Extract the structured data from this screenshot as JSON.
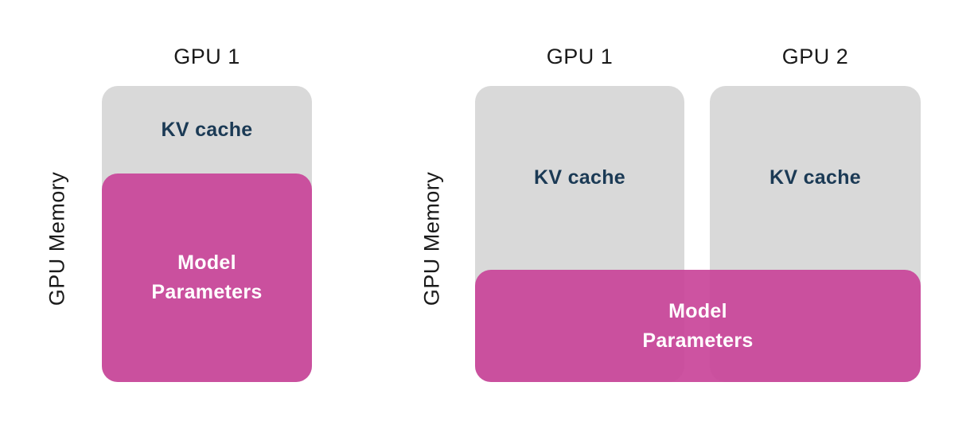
{
  "colors": {
    "background": "#FFFFFF",
    "block_gray": "#D9D9D9",
    "block_pink": "#C84097",
    "navy_text": "#1B3A55",
    "white_text": "#FFFFFF",
    "title_text": "#1A1A1A"
  },
  "left_panel": {
    "memory_axis_label": "GPU Memory",
    "gpu_title": "GPU 1",
    "kv_cache_label": "KV cache",
    "model_line1": "Model",
    "model_line2": "Parameters"
  },
  "right_panel": {
    "memory_axis_label": "GPU Memory",
    "gpu1_title": "GPU 1",
    "gpu2_title": "GPU 2",
    "kv_cache_label_gpu1": "KV cache",
    "kv_cache_label_gpu2": "KV cache",
    "model_line1": "Model",
    "model_line2": "Parameters"
  }
}
